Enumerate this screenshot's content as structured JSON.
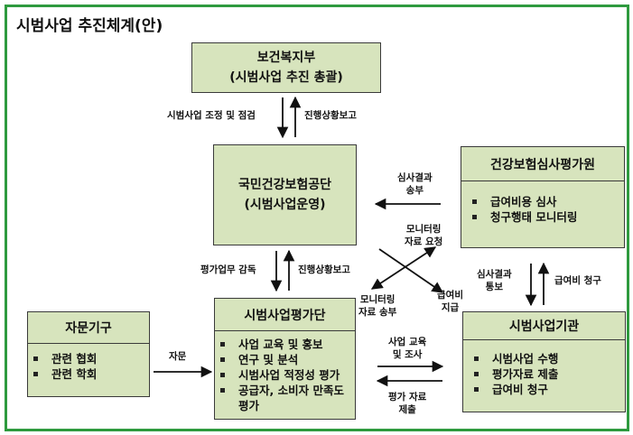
{
  "title": "시범사업 추진체계(안)",
  "boxes": {
    "mohw": {
      "line1": "보건복지부",
      "line2": "(시범사업 추진 총괄)"
    },
    "nhis": {
      "line1": "국민건강보험공단",
      "line2": "(시범사업운영)"
    },
    "hira": {
      "header": "건강보험심사평가원",
      "items": [
        "급여비용 심사",
        "청구행태 모니터링"
      ]
    },
    "eval": {
      "header": "시범사업평가단",
      "items": [
        "사업 교육 및 홍보",
        "연구 및 분석",
        "시범사업 적정성 평가",
        "공급자, 소비자 만족도 평가"
      ]
    },
    "advisory": {
      "header": "자문기구",
      "items": [
        "관련 협회",
        "관련 학회"
      ]
    },
    "inst": {
      "header": "시범사업기관",
      "items": [
        "시범사업 수행",
        "평가자료 제출",
        "급여비 청구"
      ]
    }
  },
  "labels": {
    "coord": "시범사업 조정 및 점검",
    "report1": "진행상황보고",
    "supervise": "평가업무 감독",
    "report2": "진행상황보고",
    "review_send": [
      "심사결과",
      "송부"
    ],
    "mon_req": [
      "모니터링",
      "자료 요청"
    ],
    "mon_send": [
      "모니터링",
      "자료 송부"
    ],
    "pay": [
      "급여비",
      "지급"
    ],
    "review_notify": [
      "심사결과",
      "통보"
    ],
    "claim": "급여비 청구",
    "advise": "자문",
    "edu": [
      "사업 교육",
      "및 조사"
    ],
    "submit": [
      "평가 자료",
      "제출"
    ]
  }
}
